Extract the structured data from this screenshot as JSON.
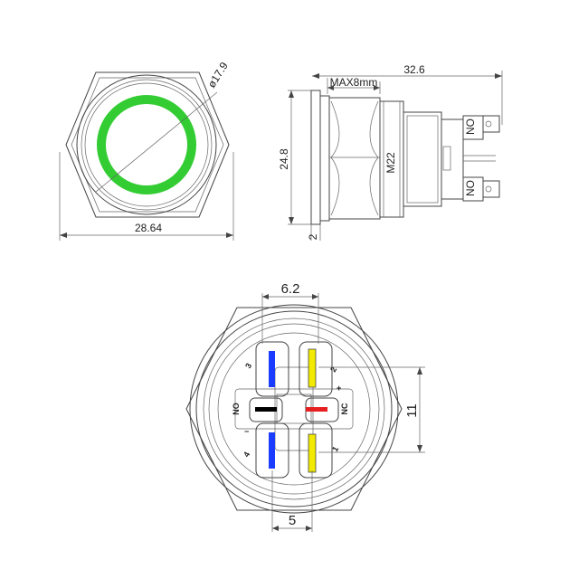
{
  "colors": {
    "ring": "#33cc33",
    "pin_blue": "#1a3cff",
    "pin_yellow": "#f2ea00",
    "pin_black": "#000000",
    "pin_red": "#e62020",
    "line": "#444444"
  },
  "front_view": {
    "diameter_label": "ø17.9",
    "width_label": "28.64"
  },
  "side_view": {
    "length_label": "32.6",
    "thread_max_label": "MAX8mm",
    "height_label": "24.8",
    "thread_label": "M22",
    "terminal_top_label": "NO",
    "terminal_bottom_label": "NO",
    "base_label": "2"
  },
  "rear_view": {
    "top_dim_label": "6.2",
    "bottom_dim_label": "5",
    "side_dim_label": "11",
    "pin_labels": {
      "p1": "1",
      "p2": "2",
      "p3": "3",
      "p4": "4",
      "no": "NO",
      "nc": "NC",
      "plus": "+",
      "minus": "−"
    }
  }
}
